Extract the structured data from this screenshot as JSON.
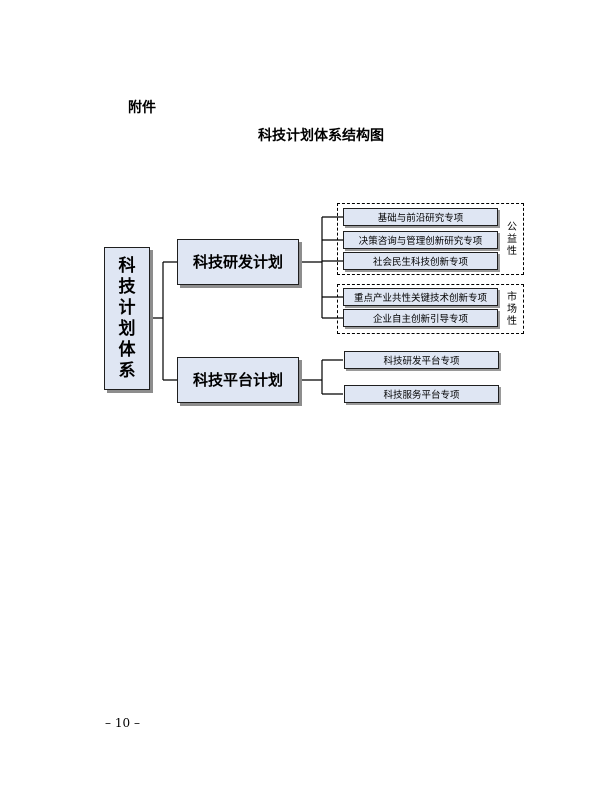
{
  "header": {
    "attachment": "附件"
  },
  "title": "科技计划体系结构图",
  "root": {
    "label": "科技计划体系"
  },
  "branches": [
    {
      "label": "科技研发计划",
      "groups": [
        {
          "label": "公益性",
          "items": [
            "基础与前沿研究专项",
            "决策咨询与管理创新研究专项",
            "社会民生科技创新专项"
          ]
        },
        {
          "label": "市场性",
          "items": [
            "重点产业共性关键技术创新专项",
            "企业自主创新引导专项"
          ]
        }
      ]
    },
    {
      "label": "科技平台计划",
      "items": [
        "科技研发平台专项",
        "科技服务平台专项"
      ]
    }
  ],
  "footer": {
    "page_number": "– 10 –"
  }
}
